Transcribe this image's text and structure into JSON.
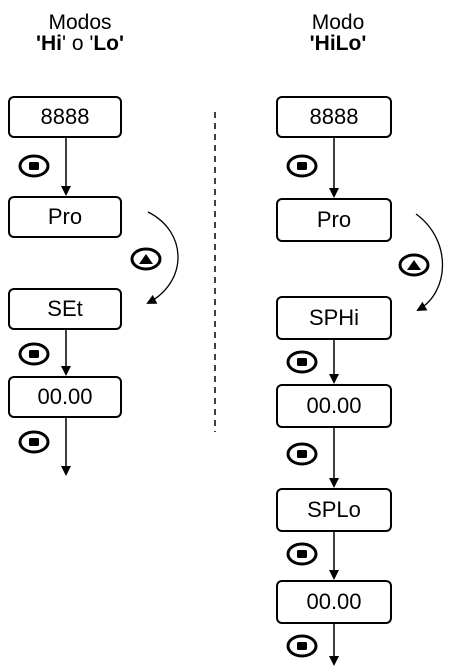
{
  "left_column": {
    "title_line1": "Modos",
    "title_q1": "'",
    "title_mode_a": "Hi",
    "title_q2": "' o '",
    "title_mode_b": "Lo",
    "title_q3": "'",
    "steps": [
      "8888",
      "Pro",
      "SEt",
      "00.00"
    ]
  },
  "right_column": {
    "title_line1": "Modo",
    "title_q1": "'",
    "title_mode": "HiLo",
    "title_q2": "'",
    "steps": [
      "8888",
      "Pro",
      "SPHi",
      "00.00",
      "SPLo",
      "00.00"
    ]
  },
  "keys": {
    "enter": "enter-key-icon",
    "up": "up-key-icon"
  }
}
